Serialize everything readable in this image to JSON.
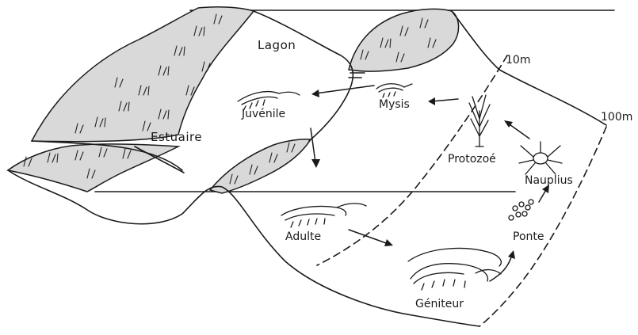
{
  "labels": {
    "lagon": "Lagon",
    "estuaire": "Estuaire",
    "juvenile": "Juvénile",
    "mysis": "Mysis",
    "protozoe": "Protozoé",
    "nauplius": "Nauplius",
    "ponte": "Ponte",
    "geniteur": "Géniteur",
    "adulte": "Adulte",
    "depth_10m": "10m",
    "depth_100m": "100m"
  }
}
